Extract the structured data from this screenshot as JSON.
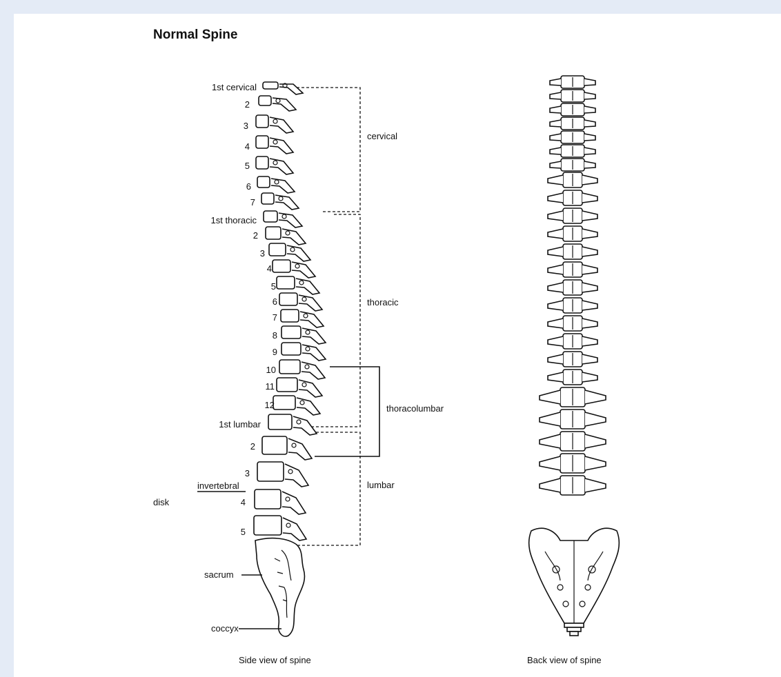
{
  "title": "Normal Spine",
  "side_view": {
    "caption": "Side view of spine",
    "vertebra_labels": [
      "1st cervical",
      "2",
      "3",
      "4",
      "5",
      "6",
      "7",
      "1st thoracic",
      "2",
      "3",
      "4",
      "5",
      "6",
      "7",
      "8",
      "9",
      "10",
      "11",
      "12",
      "1st lumbar",
      "2",
      "3",
      "4",
      "5"
    ],
    "other_labels": {
      "disk_line1": "invertebral",
      "disk_line2": "disk",
      "sacrum": "sacrum",
      "coccyx": "coccyx"
    },
    "regions": [
      "cervical",
      "thoracic",
      "thoracolumbar",
      "lumbar"
    ]
  },
  "back_view": {
    "caption": "Back view of spine"
  },
  "colors": {
    "frame_background": "#e4ebf6",
    "panel_background": "#ffffff",
    "ink": "#111111"
  }
}
